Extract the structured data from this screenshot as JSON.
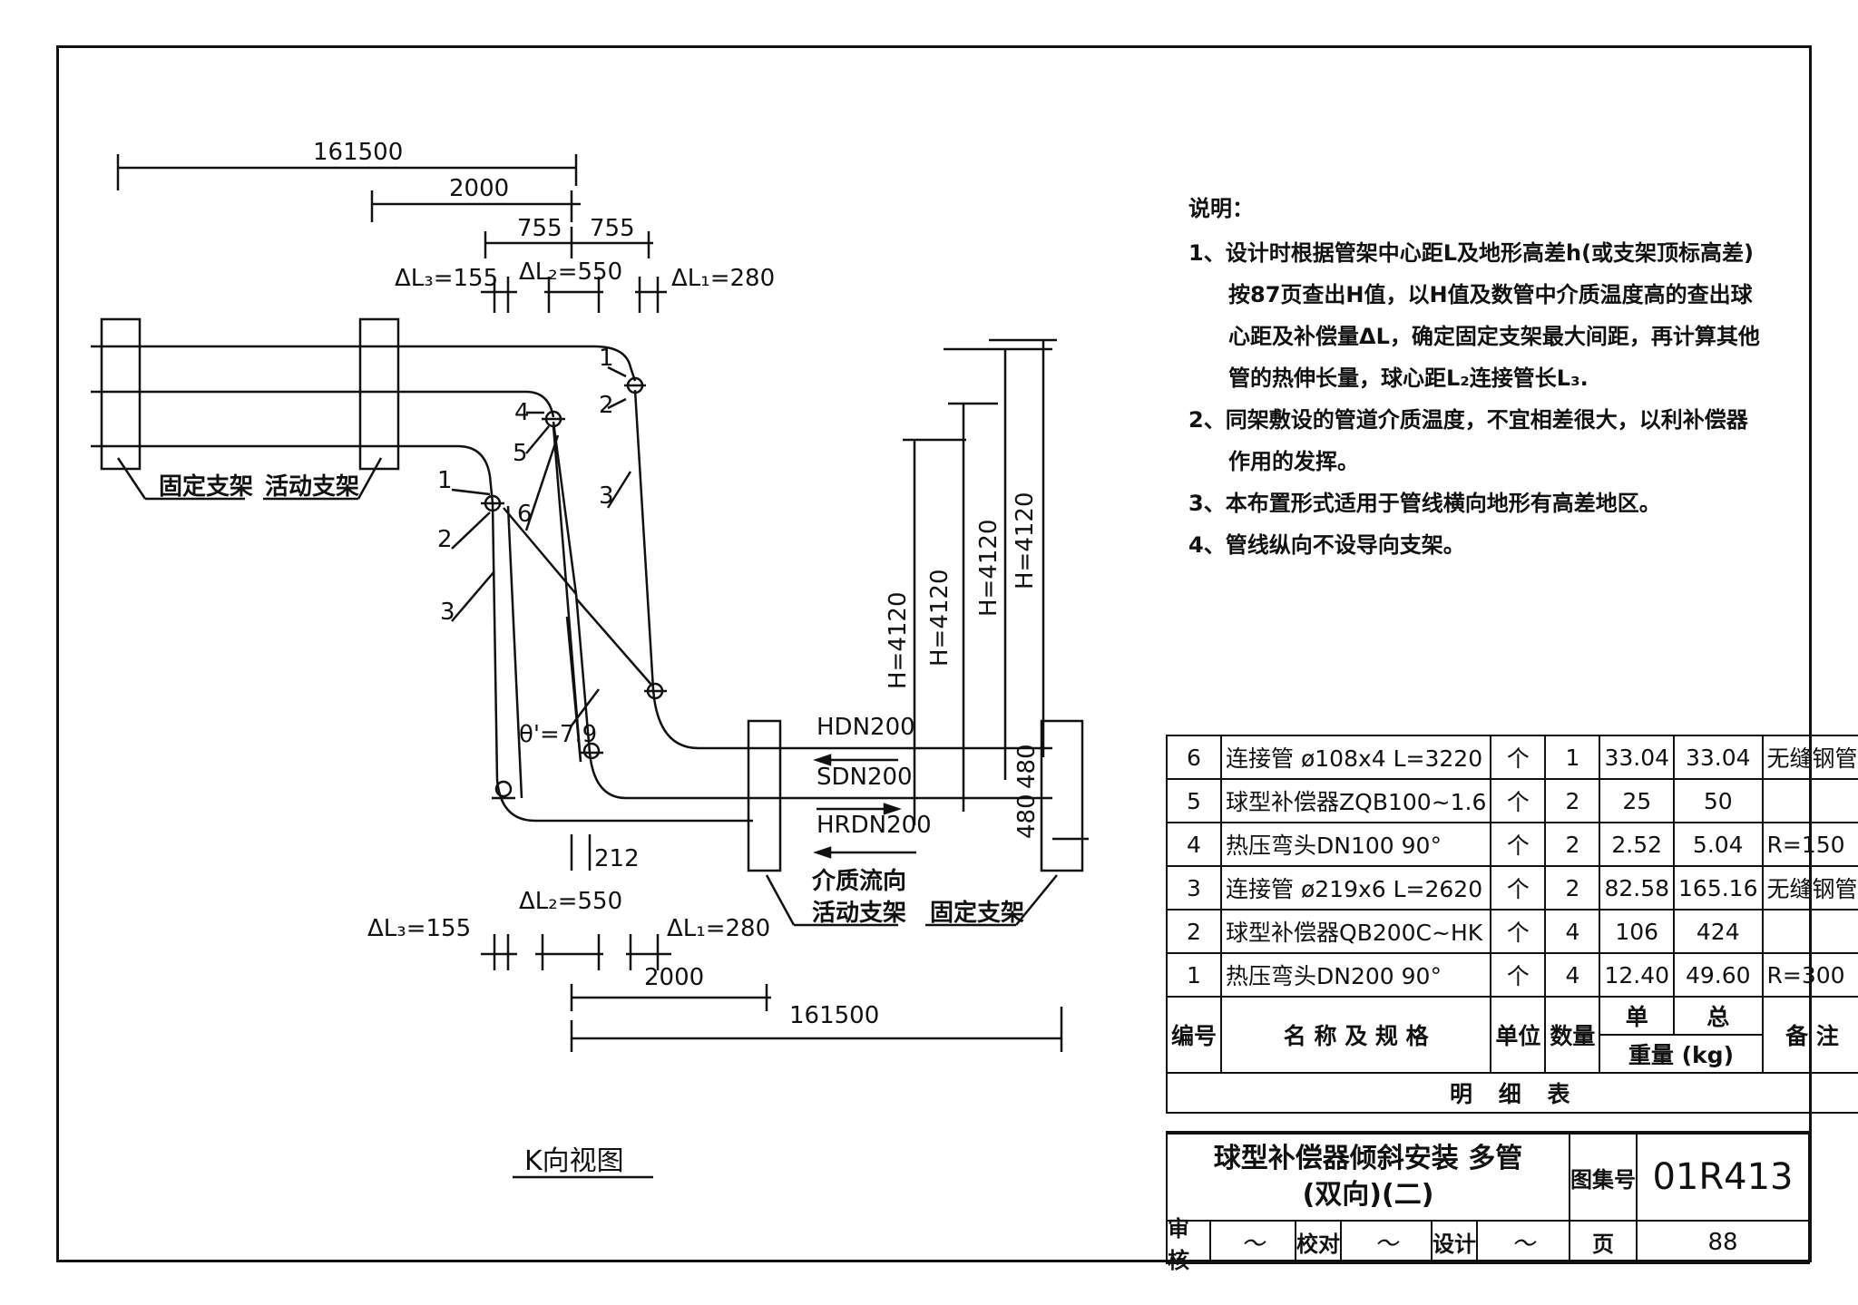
{
  "drawing": {
    "top_dims": {
      "overall": "161500",
      "span": "2000",
      "half_left": "755",
      "half_right": "755",
      "dl3": "ΔL₃=155",
      "dl2": "ΔL₂=550",
      "dl1": "ΔL₁=280"
    },
    "bottom_dims": {
      "overall": "161500",
      "span": "2000",
      "offset": "212",
      "dl3": "ΔL₃=155",
      "dl2": "ΔL₂=550",
      "dl1": "ΔL₁=280"
    },
    "heights": [
      "H=4120",
      "H=4120",
      "H=4120",
      "H=4120"
    ],
    "spacing": [
      "480",
      "480"
    ],
    "angle": "θ'=7.9",
    "pipes": [
      "HDN200",
      "SDN200",
      "HRDN200"
    ],
    "support_labels": {
      "fixed_left": "固定支架",
      "sliding_left": "活动支架",
      "flow_dir": "介质流向",
      "sliding_right": "活动支架",
      "fixed_right": "固定支架"
    },
    "part_numbers": [
      "1",
      "2",
      "3",
      "4",
      "5",
      "6",
      "1",
      "2",
      "3"
    ],
    "view_title": "K向视图"
  },
  "notes": {
    "title": "说明：",
    "items": [
      "1、设计时根据管架中心距L及地形高差h(或支架顶标高差)按87页查出H值，以H值及数管中介质温度高的查出球心距及补偿量ΔL，确定固定支架最大间距，再计算其他管的热伸长量，球心距L₂连接管长L₃.",
      "2、同架敷设的管道介质温度，不宜相差很大，以利补偿器作用的发挥。",
      "3、本布置形式适用于管线横向地形有高差地区。",
      "4、管线纵向不设导向支架。"
    ]
  },
  "bom": {
    "rows": [
      {
        "no": "6",
        "name": "连接管  ø108x4  L=3220",
        "unit": "个",
        "qty": "1",
        "unit_w": "33.04",
        "total_w": "33.04",
        "remark": "无缝钢管"
      },
      {
        "no": "5",
        "name": "球型补偿器ZQB100~1.6",
        "unit": "个",
        "qty": "2",
        "unit_w": "25",
        "total_w": "50",
        "remark": ""
      },
      {
        "no": "4",
        "name": "热压弯头DN100   90°",
        "unit": "个",
        "qty": "2",
        "unit_w": "2.52",
        "total_w": "5.04",
        "remark": "R=150"
      },
      {
        "no": "3",
        "name": "连接管  ø219x6  L=2620",
        "unit": "个",
        "qty": "2",
        "unit_w": "82.58",
        "total_w": "165.16",
        "remark": "无缝钢管"
      },
      {
        "no": "2",
        "name": "球型补偿器QB200C~HK",
        "unit": "个",
        "qty": "4",
        "unit_w": "106",
        "total_w": "424",
        "remark": ""
      },
      {
        "no": "1",
        "name": "热压弯头DN200  90°",
        "unit": "个",
        "qty": "4",
        "unit_w": "12.40",
        "total_w": "49.60",
        "remark": "R=300"
      }
    ],
    "header": {
      "no": "编号",
      "name": "名 称 及 规 格",
      "unit": "单位",
      "qty": "数量",
      "unit_w": "单",
      "total_w": "总",
      "weight": "重量 (kg)",
      "remark": "备    注"
    },
    "caption": "明 细 表"
  },
  "title_block": {
    "title_line1": "球型补偿器倾斜安装 多管",
    "title_line2": "(双向)(二)",
    "atlas_label": "图集号",
    "atlas_no": "01R413",
    "review_label": "审核",
    "check_label": "校对",
    "design_label": "设计",
    "page_label": "页",
    "page_no": "88"
  }
}
